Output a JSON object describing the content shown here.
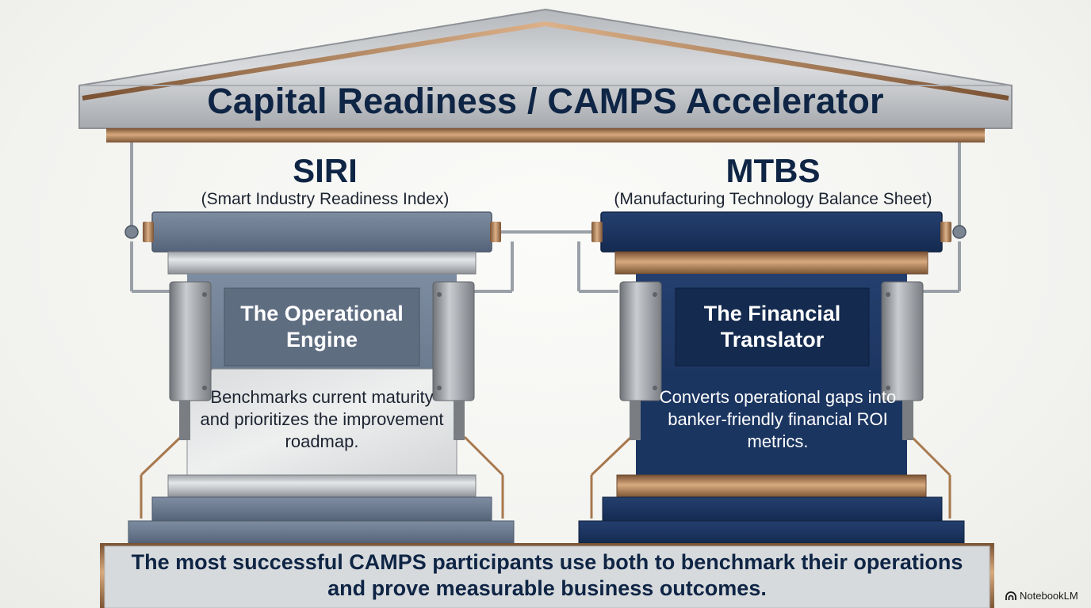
{
  "title": "Capital Readiness / CAMPS Accelerator",
  "pillars": {
    "siri": {
      "name": "SIRI",
      "subtitle": "(Smart Industry Readiness Index)",
      "panel_title": "The Operational Engine",
      "description": "Benchmarks current maturity and prioritizes the improvement roadmap."
    },
    "mtbs": {
      "name": "MTBS",
      "subtitle": "(Manufacturing Technology Balance Sheet)",
      "panel_title": "The Financial Translator",
      "description": "Converts operational gaps into banker-friendly financial ROI metrics."
    }
  },
  "foundation": {
    "text": "The most successful CAMPS participants use both to benchmark their operations and prove measurable business outcomes."
  },
  "brand": {
    "label": "NotebookLM",
    "icon": "notebooklm-icon"
  },
  "colors": {
    "navy": "#0f2545",
    "steel_blue": "#5f6f84",
    "dark_navy": "#1b2f55",
    "copper": "#a8784d",
    "silver": "#c9ccd0"
  }
}
